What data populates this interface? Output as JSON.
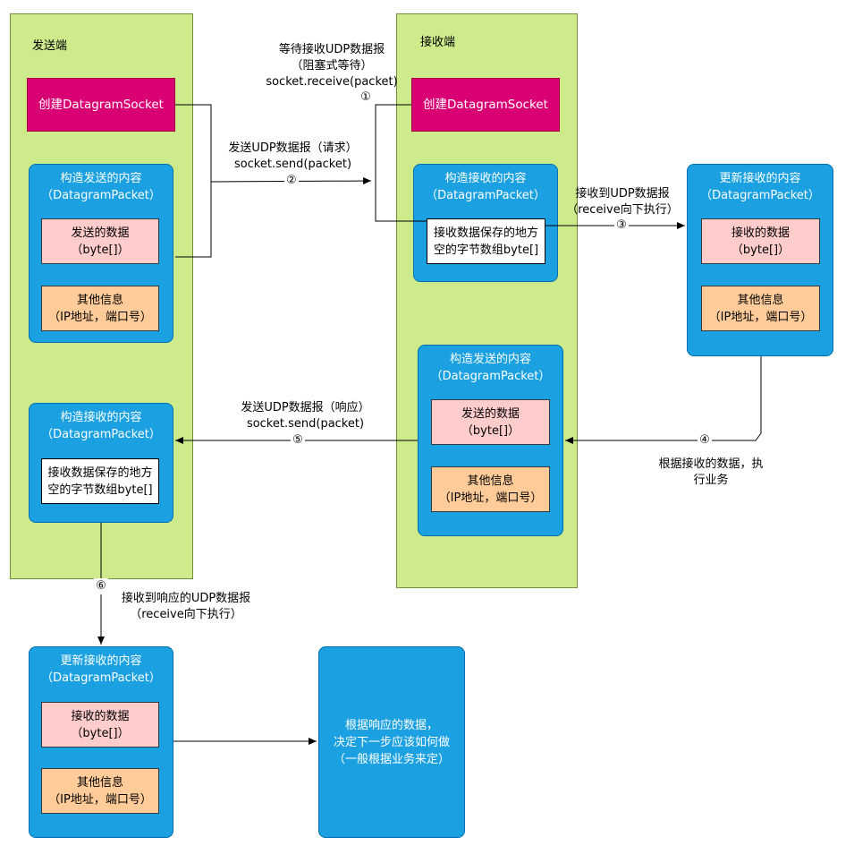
{
  "sender_panel": {
    "title": "发送端"
  },
  "receiver_panel": {
    "title": "接收端"
  },
  "boxes": {
    "sender_create": "创建DatagramSocket",
    "receiver_create": "创建DatagramSocket",
    "sender_send_packet": "构造发送的内容\n（DatagramPacket）",
    "sender_send_data": "发送的数据\n（byte[]）",
    "sender_send_info": "其他信息\n（IP地址，端口号）",
    "sender_recv_packet": "构造接收的内容\n（DatagramPacket）",
    "sender_recv_buffer": "接收数据保存的地方\n空的字节数组byte[]",
    "receiver_recv_packet": "构造接收的内容\n（DatagramPacket）",
    "receiver_recv_buffer": "接收数据保存的地方\n空的字节数组byte[]",
    "receiver_send_packet": "构造发送的内容\n（DatagramPacket）",
    "receiver_send_data": "发送的数据\n（byte[]）",
    "receiver_send_info": "其他信息\n（IP地址，端口号）",
    "receiver_update_packet": "更新接收的内容\n（DatagramPacket）",
    "receiver_update_data": "接收的数据\n（byte[]）",
    "receiver_update_info": "其他信息\n（IP地址，端口号）",
    "sender_update_packet": "更新接收的内容\n（DatagramPacket）",
    "sender_update_data": "接收的数据\n（byte[]）",
    "sender_update_info": "其他信息\n（IP地址，端口号）",
    "final_decision": "根据响应的数据，\n决定下一步应该如何做\n（一般根据业务来定）"
  },
  "labels": {
    "wait_receive": "等待接收UDP数据报\n（阻塞式等待）\nsocket.receive(packet)",
    "step1": "①",
    "send_request": "发送UDP数据报（请求）\nsocket.send(packet)",
    "step2": "②",
    "received_request": "接收到UDP数据报\n（receive向下执行）",
    "step3": "③",
    "step4": "④",
    "process_business": "根据接收的数据，执\n行业务",
    "send_response": "发送UDP数据报（响应）\nsocket.send(packet)",
    "step5": "⑤",
    "step6": "⑥",
    "received_response": "接收到响应的UDP数据报\n（receive向下执行）"
  }
}
